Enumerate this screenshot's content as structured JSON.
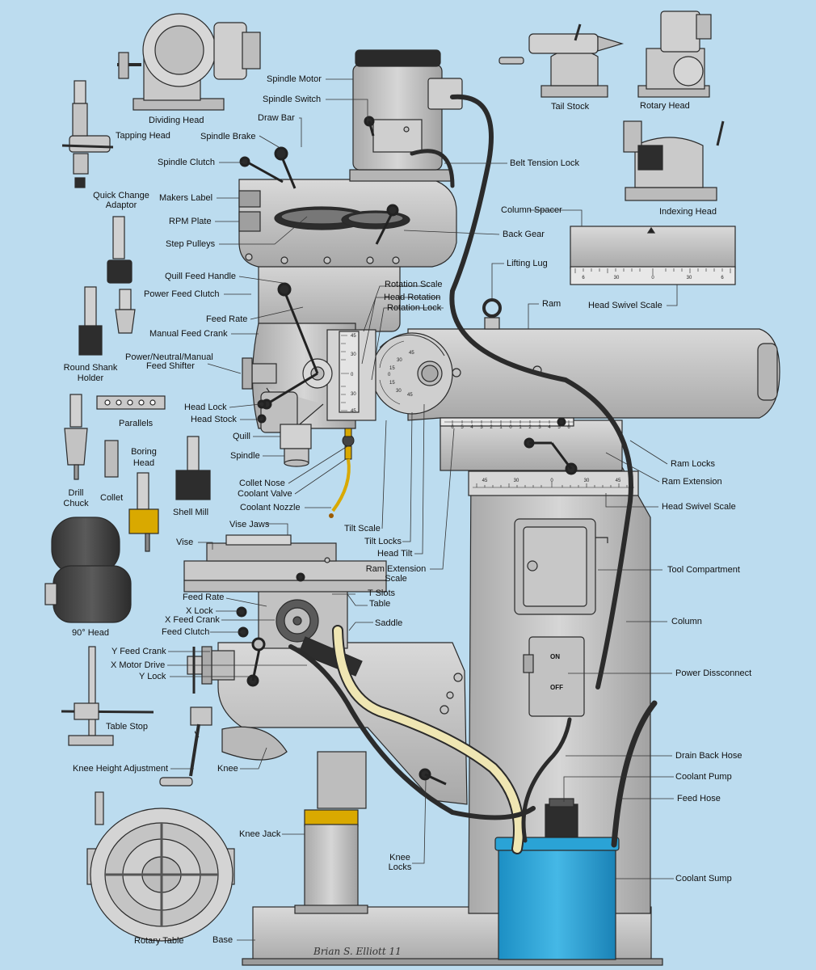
{
  "title": "",
  "background": "#bcdcef",
  "colors": {
    "machine": "#c9c9c9",
    "machine_dark": "#8f8f8f",
    "outline": "#2a2a2a",
    "hose_black": "#2b2b2b",
    "hose_cream": "#efe6b3",
    "sump": "#2aa3d6",
    "knee_jack_band": "#d9a900"
  },
  "labels": {
    "spindle_motor": "Spindle Motor",
    "spindle_switch": "Spindle Switch",
    "draw_bar": "Draw Bar",
    "spindle_brake": "Spindle Brake",
    "spindle_clutch": "Spindle Clutch",
    "makers_label": "Makers Label",
    "rpm_plate": "RPM Plate",
    "step_pulleys": "Step Pulleys",
    "quill_feed_handle": "Quill Feed Handle",
    "power_feed_clutch": "Power Feed Clutch",
    "feed_rate_upper": "Feed Rate",
    "manual_feed_crank": "Manual Feed Crank",
    "power_neutral_manual": "Power/Neutral/Manual",
    "feed_shifter": "Feed Shifter",
    "head_lock": "Head Lock",
    "head_stock": "Head Stock",
    "quill": "Quill",
    "spindle": "Spindle",
    "collet_nose": "Collet Nose",
    "coolant_valve": "Coolant Valve",
    "coolant_nozzle": "Coolant Nozzle",
    "belt_tension_lock": "Belt Tension Lock",
    "back_gear": "Back Gear",
    "rotation_scale": "Rotation Scale",
    "head_rotation": "Head Rotation",
    "rotation_lock": "Rotation Lock",
    "lifting_lug": "Lifting Lug",
    "ram": "Ram",
    "ram_locks": "Ram Locks",
    "ram_extension": "Ram Extension",
    "head_swivel_scale_right": "Head Swivel Scale",
    "tilt_scale": "Tilt Scale",
    "tilt_locks": "Tilt Locks",
    "head_tilt": "Head Tilt",
    "ram_extension_scale_1": "Ram Extension",
    "ram_extension_scale_2": "Scale",
    "tool_compartment": "Tool Compartment",
    "column": "Column",
    "power_disconnect": "Power Dissconnect",
    "drain_back_hose": "Drain Back Hose",
    "coolant_pump": "Coolant Pump",
    "feed_hose": "Feed Hose",
    "coolant_sump": "Coolant Sump",
    "vise_jaws": "Vise Jaws",
    "vise": "Vise",
    "feed_rate_lower": "Feed Rate",
    "x_lock": "X Lock",
    "x_feed_crank": "X Feed Crank",
    "feed_clutch": "Feed Clutch",
    "t_slots": "T Slots",
    "table": "Table",
    "saddle": "Saddle",
    "y_feed_crank": "Y Feed Crank",
    "x_motor_drive": "X Motor Drive",
    "y_lock": "Y Lock",
    "table_stop": "Table Stop",
    "knee_height_adjustment": "Knee Height Adjustment",
    "knee": "Knee",
    "knee_jack": "Knee Jack",
    "knee_locks_1": "Knee",
    "knee_locks_2": "Locks",
    "base": "Base",
    "rotary_table": "Rotary Table",
    "dividing_head": "Dividing Head",
    "tapping_head": "Tapping Head",
    "quick_change_adaptor_1": "Quick Change",
    "quick_change_adaptor_2": "Adaptor",
    "round_shank_holder_1": "Round Shank",
    "round_shank_holder_2": "Holder",
    "parallels": "Parallels",
    "drill_chuck_1": "Drill",
    "drill_chuck_2": "Chuck",
    "collet": "Collet",
    "boring_head_1": "Boring",
    "boring_head_2": "Head",
    "shell_mill": "Shell Mill",
    "ninety_head": "90° Head",
    "tail_stock": "Tail Stock",
    "rotary_head": "Rotary Head",
    "indexing_head": "Indexing Head",
    "column_spacer": "Column Spacer",
    "head_swivel_scale_plate": "Head Swivel Scale",
    "switch_on": "ON",
    "switch_off": "OFF"
  },
  "scale_ticks": {
    "column_spacer": [
      "6",
      "30",
      "0",
      "30",
      "6"
    ],
    "head_swivel": [
      "45",
      "30",
      "0",
      "30",
      "45"
    ],
    "rotation": [
      "45",
      "30",
      "15",
      "0",
      "15",
      "30",
      "45"
    ],
    "tilt": [
      "45",
      "30",
      "0",
      "30",
      "45"
    ],
    "ram_extension": [
      "6",
      "5",
      "4",
      "3",
      "2",
      "1",
      "0",
      "1",
      "2",
      "3",
      "4",
      "5",
      "6"
    ]
  },
  "signature": "Brian S. Elliott 11"
}
